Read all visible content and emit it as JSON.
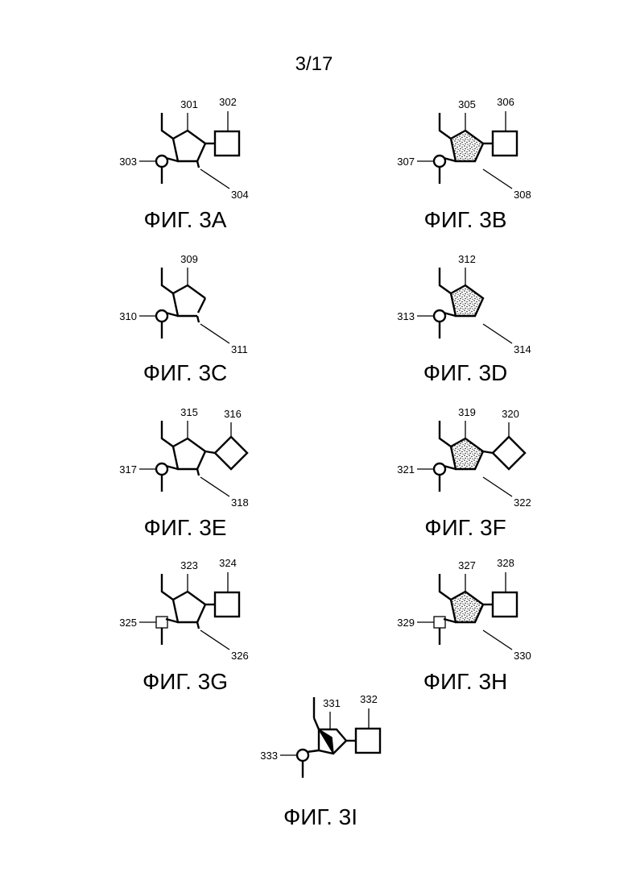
{
  "page_number": "3/17",
  "colors": {
    "ink": "#000000",
    "paper": "#ffffff"
  },
  "figures": [
    {
      "id": "3A",
      "caption": "ФИГ. 3А",
      "ring": "plain",
      "square": "square",
      "linker": "circle",
      "open_ring": false,
      "refs": {
        "ring": "301",
        "square": "302",
        "linker": "303",
        "bond": "304"
      }
    },
    {
      "id": "3B",
      "caption": "ФИГ. 3В",
      "ring": "stippled",
      "square": "square",
      "linker": "circle",
      "open_ring": false,
      "refs": {
        "ring": "305",
        "square": "306",
        "linker": "307",
        "bond": "308"
      }
    },
    {
      "id": "3C",
      "caption": "ФИГ. 3С",
      "ring": "plain",
      "square": "none",
      "linker": "circle",
      "open_ring": true,
      "refs": {
        "ring": "309",
        "linker": "310",
        "bond": "311"
      }
    },
    {
      "id": "3D",
      "caption": "ФИГ. 3D",
      "ring": "stippled",
      "square": "none",
      "linker": "circle",
      "open_ring": false,
      "refs": {
        "ring": "312",
        "linker": "313",
        "bond": "314"
      }
    },
    {
      "id": "3E",
      "caption": "ФИГ. 3Е",
      "ring": "plain",
      "square": "diamond",
      "linker": "circle",
      "open_ring": false,
      "refs": {
        "ring": "315",
        "square": "316",
        "linker": "317",
        "bond": "318"
      }
    },
    {
      "id": "3F",
      "caption": "ФИГ. 3F",
      "ring": "stippled",
      "square": "diamond",
      "linker": "circle",
      "open_ring": false,
      "refs": {
        "ring": "319",
        "square": "320",
        "linker": "321",
        "bond": "322"
      }
    },
    {
      "id": "3G",
      "caption": "ФИГ. 3G",
      "ring": "plain",
      "square": "square",
      "linker": "square",
      "open_ring": false,
      "refs": {
        "ring": "323",
        "square": "324",
        "linker": "325",
        "bond": "326"
      }
    },
    {
      "id": "3H",
      "caption": "ФИГ. 3Н",
      "ring": "stippled",
      "square": "square",
      "linker": "square",
      "open_ring": false,
      "refs": {
        "ring": "327",
        "square": "328",
        "linker": "329",
        "bond": "330"
      }
    },
    {
      "id": "3I",
      "caption": "ФИГ. 3I",
      "ring": "bicyclic",
      "square": "square",
      "linker": "circle",
      "open_ring": false,
      "refs": {
        "ring": "331",
        "square": "332",
        "linker": "333"
      }
    }
  ]
}
